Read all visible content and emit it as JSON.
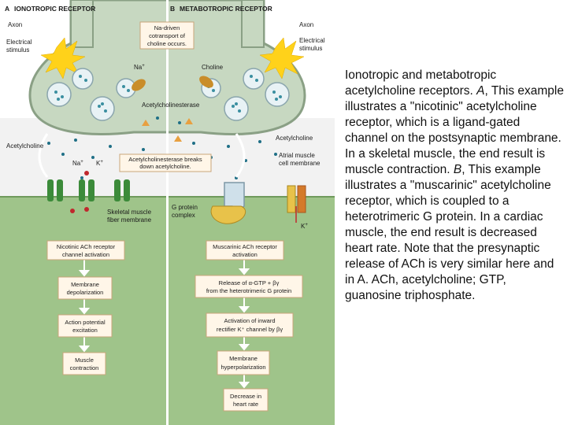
{
  "figure": {
    "panel_a": {
      "letter": "A",
      "title": "IONOTROPIC RECEPTOR",
      "labels": {
        "axon": "Axon",
        "electrical_line1": "Electrical",
        "electrical_line2": "stimulus",
        "na": "Na",
        "acetylcholine": "Acetylcholine",
        "na_ion": "Na",
        "k_ion": "K",
        "skeletal_line1": "Skeletal muscle",
        "skeletal_line2": "fiber membrane"
      },
      "flow": [
        [
          "Nicotinic ACh receptor",
          "channel activation"
        ],
        [
          "Membrane",
          "depolarization"
        ],
        [
          "Action potential",
          "excitation"
        ],
        [
          "Muscle",
          "contraction"
        ]
      ]
    },
    "panel_b": {
      "letter": "B",
      "title": "METABOTROPIC RECEPTOR",
      "labels": {
        "axon": "Axon",
        "electrical_line1": "Electrical",
        "electrical_line2": "stimulus",
        "choline": "Choline",
        "acetylcholine": "Acetylcholine",
        "atrial_line1": "Atrial muscle",
        "atrial_line2": "cell membrane",
        "gprotein_line1": "G protein",
        "gprotein_line2": "complex",
        "k_ion": "K"
      },
      "flow": [
        [
          "Muscarinic ACh receptor",
          "activation"
        ],
        [
          "Release of α-GTP + βγ",
          "from the heterotrimeric G protein"
        ],
        [
          "Activation of inward",
          "rectifier K⁺ channel by βγ"
        ],
        [
          "Membrane",
          "hyperpolarization"
        ],
        [
          "Decrease in",
          "heart rate"
        ]
      ]
    },
    "shared": {
      "cotransport_line1": "Na-driven",
      "cotransport_line2": "cotransport of",
      "cotransport_line3": "choline occurs.",
      "esterase": "Acetylcholinesterase",
      "breaks_line1": "Acetylcholinesterase breaks",
      "breaks_line2": "down acetylcholine."
    }
  },
  "caption": {
    "part1": "Ionotropic and metabotropic acetylcholine receptors. ",
    "a_letter": "A",
    "part2": ", This example illustrates a \"nicotinic\" acetylcholine receptor, which is a ligand-gated channel on the postsynaptic membrane. In a skeletal muscle, the end result is muscle contraction. ",
    "b_letter": "B",
    "part3": ", This example illustrates a \"muscarinic\" acetylcholine receptor, which is coupled to a heterotrimeric G protein. In a cardiac muscle, the end result is decreased heart rate. Note that the presynaptic release of ACh is very similar here and in A. ACh, acetylcholine; GTP, guanosine triphosphate."
  },
  "colors": {
    "terminal": "#c7d8c1",
    "terminal_edge": "#8aa085",
    "cleft": "#f2f2f2",
    "postsynaptic": "#9fc48a",
    "box_fill": "#fff6e8",
    "box_edge": "#c9a57a",
    "spark": "#ffd21a",
    "receptor": "#3c8b3a",
    "gprotein": "#e8c24a"
  }
}
